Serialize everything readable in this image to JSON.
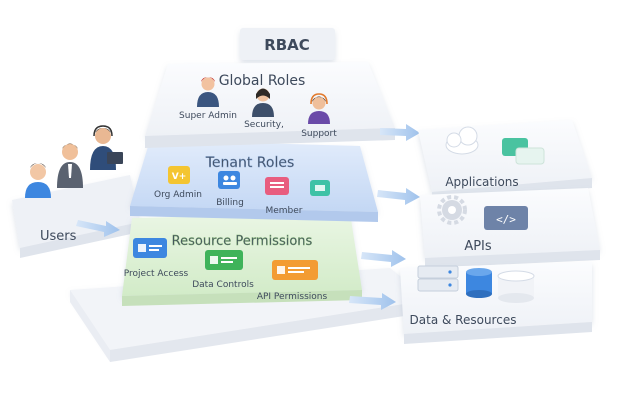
{
  "title": "RBAC",
  "users": {
    "label": "Users"
  },
  "layers": {
    "global": {
      "label": "Global Roles",
      "roles": [
        {
          "label": "Super Admin",
          "icon": "admin-person-icon"
        },
        {
          "label": "Security,",
          "icon": "security-person-icon"
        },
        {
          "label": "Support",
          "icon": "support-headset-icon"
        }
      ]
    },
    "tenant": {
      "label": "Tenant Roles",
      "roles": [
        {
          "label": "Org Admin",
          "icon": "org-admin-card-icon"
        },
        {
          "label": "Billing",
          "icon": "billing-card-icon"
        },
        {
          "label": "Member",
          "icon": "member-card-icon"
        },
        {
          "label": "",
          "icon": "tenant-card-icon"
        }
      ]
    },
    "resource": {
      "label": "Resource Permissions",
      "items": [
        {
          "label": "Project Access",
          "icon": "project-access-card-icon"
        },
        {
          "label": "Data Controls",
          "icon": "data-controls-card-icon"
        },
        {
          "label": "API Permissions",
          "icon": "api-permissions-card-icon"
        }
      ]
    }
  },
  "targets": {
    "applications": {
      "label": "Applications",
      "icons": [
        "cloud-icon",
        "chat-icon"
      ]
    },
    "apis": {
      "label": "APIs",
      "icons": [
        "gear-icon",
        "code-icon"
      ],
      "code_glyph": "</>"
    },
    "data": {
      "label": "Data & Resources",
      "icons": [
        "server-icon",
        "database-icon"
      ]
    }
  },
  "colors": {
    "tenant_blue": "#cfe0f8",
    "resource_green": "#dff0d8",
    "arrow_blue": "#a9c8ee",
    "yellow": "#f4c531",
    "pink": "#e85d7f",
    "teal": "#3fc2a6",
    "blue": "#3d87e0",
    "green": "#3fb35a",
    "orange": "#f39c33"
  }
}
